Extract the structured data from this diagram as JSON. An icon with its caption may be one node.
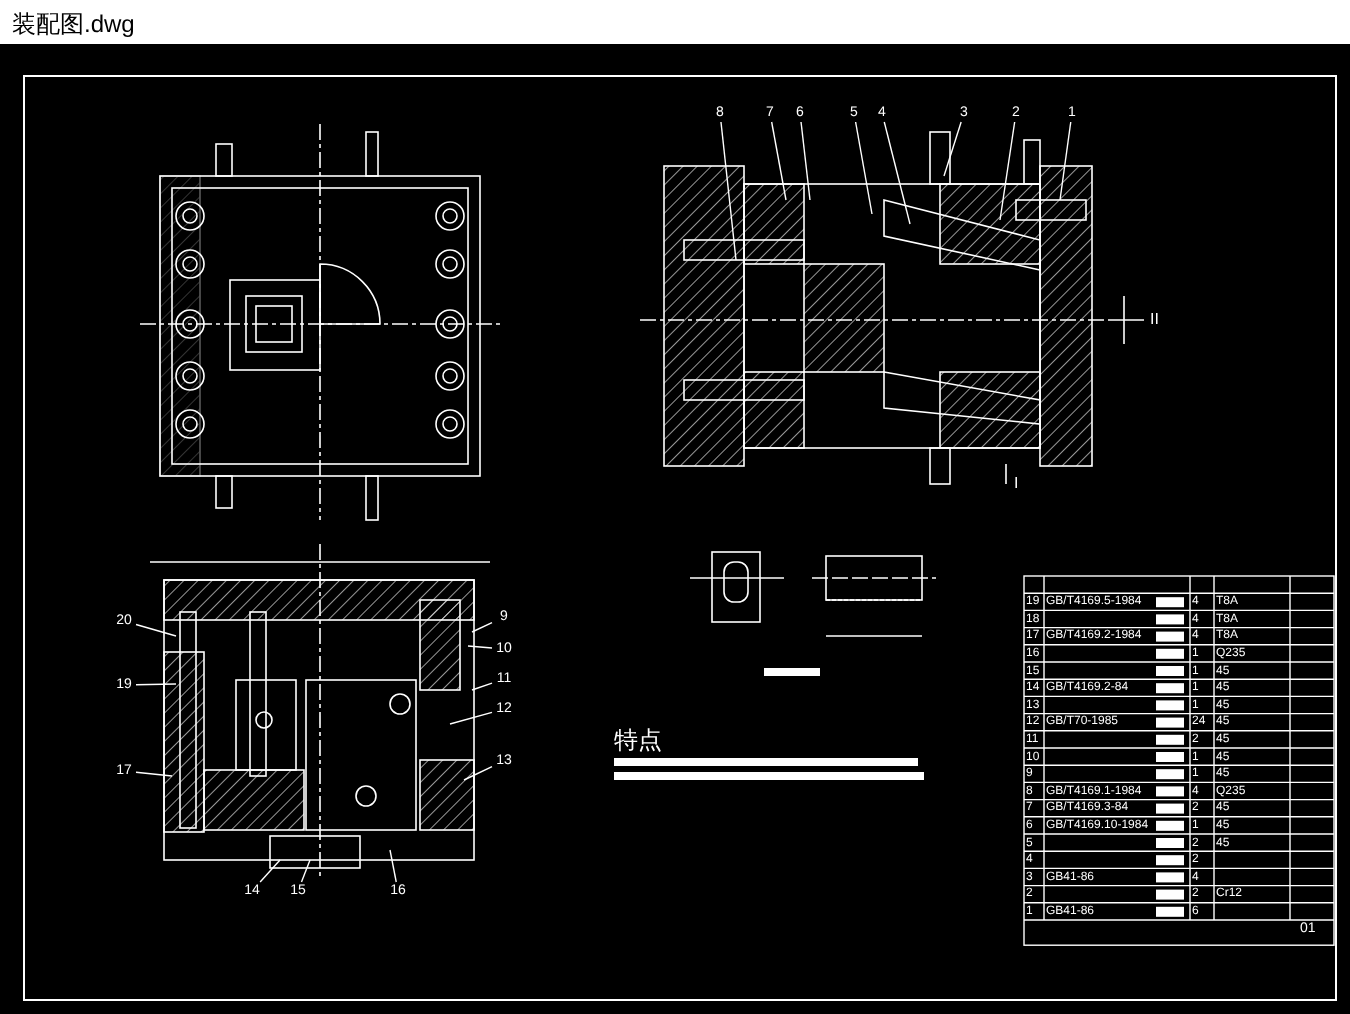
{
  "diagram": {
    "title": "装配图.dwg",
    "nodes": [
      {
        "text": [
          "8"
        ]
      },
      {
        "text": [
          "7"
        ]
      },
      {
        "text": [
          "6"
        ]
      },
      {
        "text": [
          "5"
        ]
      },
      {
        "text": [
          "4"
        ]
      },
      {
        "text": [
          "3"
        ]
      },
      {
        "text": [
          "2"
        ]
      },
      {
        "text": [
          "1"
        ]
      },
      {
        "text": [
          "20"
        ]
      },
      {
        "text": [
          "19"
        ]
      },
      {
        "text": [
          "17"
        ]
      },
      {
        "text": [
          "9"
        ]
      },
      {
        "text": [
          "10"
        ]
      },
      {
        "text": [
          "11"
        ]
      },
      {
        "text": [
          "12"
        ]
      },
      {
        "text": [
          "13"
        ]
      },
      {
        "text": [
          "14"
        ]
      },
      {
        "text": [
          "15"
        ]
      },
      {
        "text": [
          "16"
        ]
      }
    ],
    "edges": [
      {
        "from": 0,
        "to": null,
        "arrow": "none"
      },
      {
        "from": 1,
        "to": null,
        "arrow": "none"
      },
      {
        "from": 2,
        "to": null,
        "arrow": "none"
      },
      {
        "from": 3,
        "to": null,
        "arrow": "none"
      },
      {
        "from": 4,
        "to": null,
        "arrow": "none"
      },
      {
        "from": 5,
        "to": null,
        "arrow": "none"
      },
      {
        "from": 6,
        "to": null,
        "arrow": "none"
      },
      {
        "from": 7,
        "to": null,
        "arrow": "none"
      },
      {
        "from": 8,
        "to": null,
        "arrow": "none"
      },
      {
        "from": 9,
        "to": null,
        "arrow": "none"
      },
      {
        "from": 10,
        "to": null,
        "arrow": "none"
      },
      {
        "from": 11,
        "to": null,
        "arrow": "none"
      },
      {
        "from": 12,
        "to": null,
        "arrow": "none"
      },
      {
        "from": 13,
        "to": null,
        "arrow": "none"
      },
      {
        "from": 14,
        "to": null,
        "arrow": "none"
      },
      {
        "from": 15,
        "to": null,
        "arrow": "none"
      },
      {
        "from": 16,
        "to": null,
        "arrow": "none"
      },
      {
        "from": 17,
        "to": null,
        "arrow": "none"
      },
      {
        "from": 18,
        "to": null,
        "arrow": "none"
      }
    ],
    "labels": [
      "II",
      "I",
      "特点",
      "19",
      "GB/T4169.5-1984",
      "4",
      "T8A",
      "18",
      "4",
      "T8A",
      "17",
      "GB/T4169.2-1984",
      "4",
      "T8A",
      "16",
      "1",
      "Q235",
      "15",
      "1",
      "45",
      "14",
      "GB/T4169.2-84",
      "1",
      "45",
      "13",
      "1",
      "45",
      "12",
      "GB/T70-1985",
      "24",
      "45",
      "11",
      "2",
      "45",
      "10",
      "1",
      "45",
      "9",
      "1",
      "45",
      "8",
      "GB/T4169.1-1984",
      "4",
      "Q235",
      "7",
      "GB/T4169.3-84",
      "2",
      "45",
      "6",
      "GB/T4169.10-1984",
      "1",
      "45",
      "5",
      "2",
      "45",
      "4",
      "2",
      "3",
      "GB41-86",
      "4",
      "2",
      "2",
      "Cr12",
      "1",
      "GB41-86",
      "6",
      "01"
    ]
  }
}
